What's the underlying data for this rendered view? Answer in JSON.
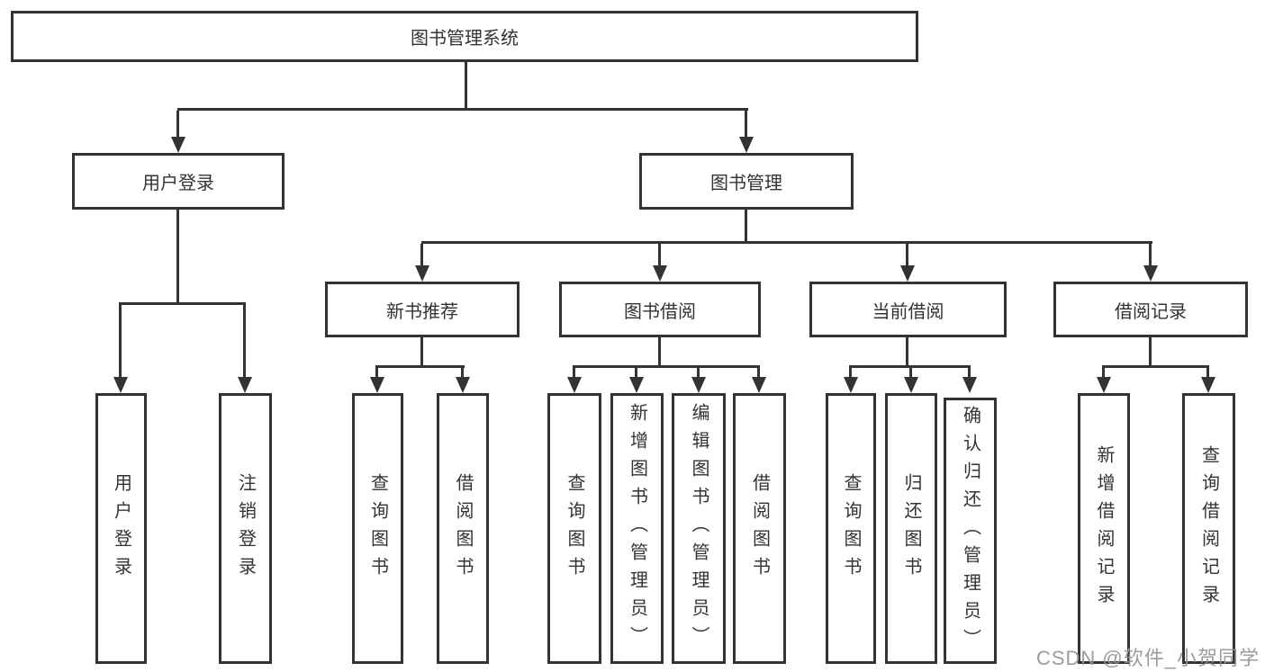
{
  "tree": {
    "label": "图书管理系统",
    "children": [
      {
        "label": "用户登录",
        "children": [
          {
            "label": "用户登录"
          },
          {
            "label": "注销登录"
          }
        ]
      },
      {
        "label": "图书管理",
        "children": [
          {
            "label": "新书推荐",
            "children": [
              {
                "label": "查询图书"
              },
              {
                "label": "借阅图书"
              }
            ]
          },
          {
            "label": "图书借阅",
            "children": [
              {
                "label": "查询图书"
              },
              {
                "label": "新增图书（管理员）"
              },
              {
                "label": "编辑图书（管理员）"
              },
              {
                "label": "借阅图书"
              }
            ]
          },
          {
            "label": "当前借阅",
            "children": [
              {
                "label": "查询图书"
              },
              {
                "label": "归还图书"
              },
              {
                "label": "确认归还（管理员）"
              }
            ]
          },
          {
            "label": "借阅记录",
            "children": [
              {
                "label": "新增借阅记录"
              },
              {
                "label": "查询借阅记录"
              }
            ]
          }
        ]
      }
    ]
  },
  "watermark": {
    "text": "CSDN @软件_小贺同学"
  },
  "colors": {
    "line": "#333333",
    "text": "#333333",
    "background": "#ffffff",
    "watermark": "#949494"
  }
}
